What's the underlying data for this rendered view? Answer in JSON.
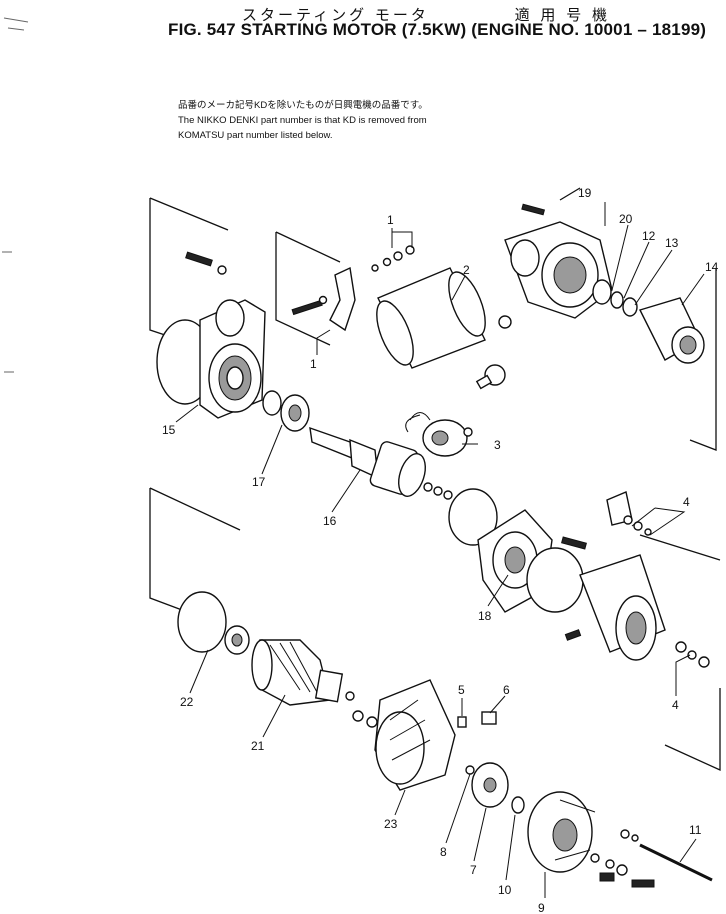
{
  "header": {
    "japanese_title": "スターティング モータ",
    "japanese_applicable": "適 用 号 機",
    "title": "FIG. 547  STARTING MOTOR (7.5KW) (ENGINE NO. 10001 – 18199)"
  },
  "notes": {
    "line_jp": "品番のメーカ記号KDを除いたものが日興電機の品番です。",
    "line_1": "The NIKKO DENKI part number is that KD is removed from",
    "line_2": "KOMATSU part number listed below."
  },
  "callouts": [
    {
      "id": "c1a",
      "label": "1"
    },
    {
      "id": "c1b",
      "label": "1"
    },
    {
      "id": "c2",
      "label": "2"
    },
    {
      "id": "c3",
      "label": "3"
    },
    {
      "id": "c4a",
      "label": "4"
    },
    {
      "id": "c4b",
      "label": "4"
    },
    {
      "id": "c5",
      "label": "5"
    },
    {
      "id": "c6",
      "label": "6"
    },
    {
      "id": "c7",
      "label": "7"
    },
    {
      "id": "c8",
      "label": "8"
    },
    {
      "id": "c9",
      "label": "9"
    },
    {
      "id": "c10",
      "label": "10"
    },
    {
      "id": "c11",
      "label": "11"
    },
    {
      "id": "c12",
      "label": "12"
    },
    {
      "id": "c13",
      "label": "13"
    },
    {
      "id": "c14",
      "label": "14"
    },
    {
      "id": "c15",
      "label": "15"
    },
    {
      "id": "c16",
      "label": "16"
    },
    {
      "id": "c17",
      "label": "17"
    },
    {
      "id": "c18",
      "label": "18"
    },
    {
      "id": "c19",
      "label": "19"
    },
    {
      "id": "c20",
      "label": "20"
    },
    {
      "id": "c21",
      "label": "21"
    },
    {
      "id": "c22",
      "label": "22"
    },
    {
      "id": "c23",
      "label": "23"
    }
  ]
}
